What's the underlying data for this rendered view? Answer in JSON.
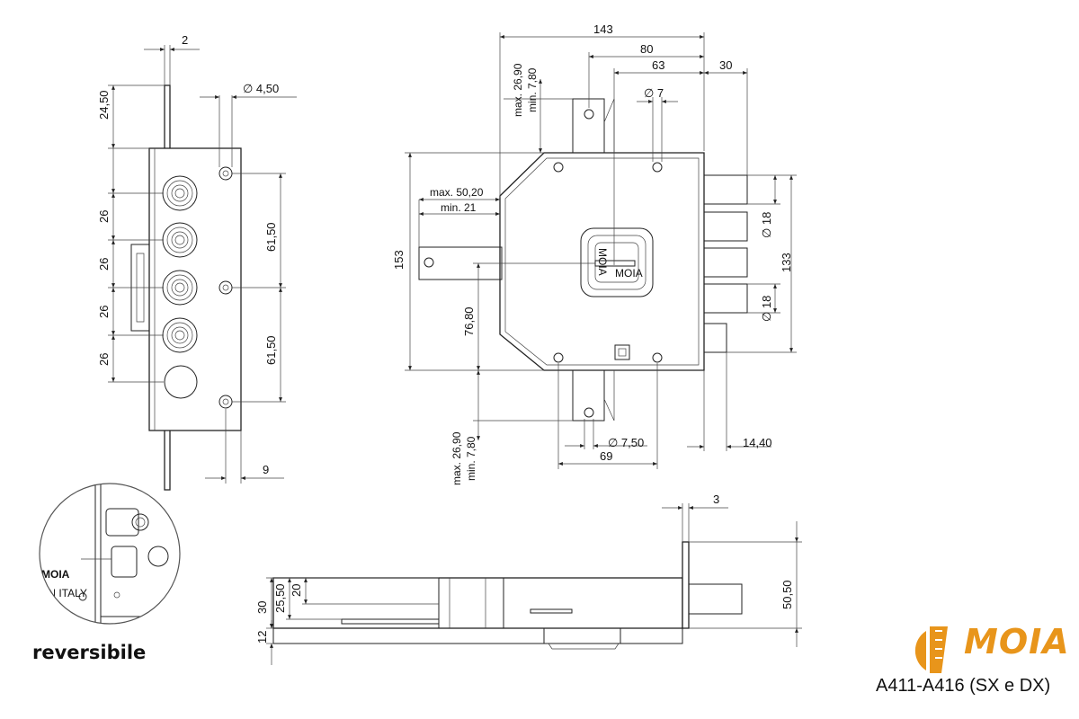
{
  "drawing": {
    "brand": "MOIA",
    "model": "A411-A416 (SX e DX)",
    "reversible_label": "reversibile",
    "detail_stamp": "MOIA",
    "detail_made_in": "IN ITALY",
    "keyhole_text_a": "MOIA",
    "keyhole_text_b": "MOIA"
  },
  "dimensions": {
    "side": {
      "plate_thickness": "2",
      "top_offset": "24,50",
      "hole_diameter": "∅ 4,50",
      "pitch_1": "26",
      "pitch_2": "26",
      "pitch_3": "26",
      "pitch_4": "26",
      "hole_spacing_upper": "61,50",
      "hole_spacing_lower": "61,50",
      "hole_edge": "9"
    },
    "front": {
      "overall_width": "143",
      "to_keyhole": "80",
      "to_lever": "63",
      "bolt_projection": "30",
      "top_latch_max": "max. 26,90",
      "top_latch_min": "min. 7,80",
      "upper_hole_diameter": "∅ 7",
      "lateral_max": "max. 50,20",
      "lateral_min": "min. 21",
      "height": "153",
      "bolt_diameter_upper": "∅ 18",
      "bolt_diameter_lower": "∅ 18",
      "bolt_span": "133",
      "lateral_height": "76,80",
      "bottom_latch_max": "max. 26,90",
      "bottom_latch_min": "min. 7,80",
      "lower_hole_diameter": "∅ 7,50",
      "lower_hole_spacing": "69",
      "deadbolt_offset": "14,40"
    },
    "plan": {
      "plate_thickness": "3",
      "height_30": "30",
      "height_25": "25,50",
      "height_20": "20",
      "depth_12": "12",
      "overall_50": "50,50"
    }
  }
}
